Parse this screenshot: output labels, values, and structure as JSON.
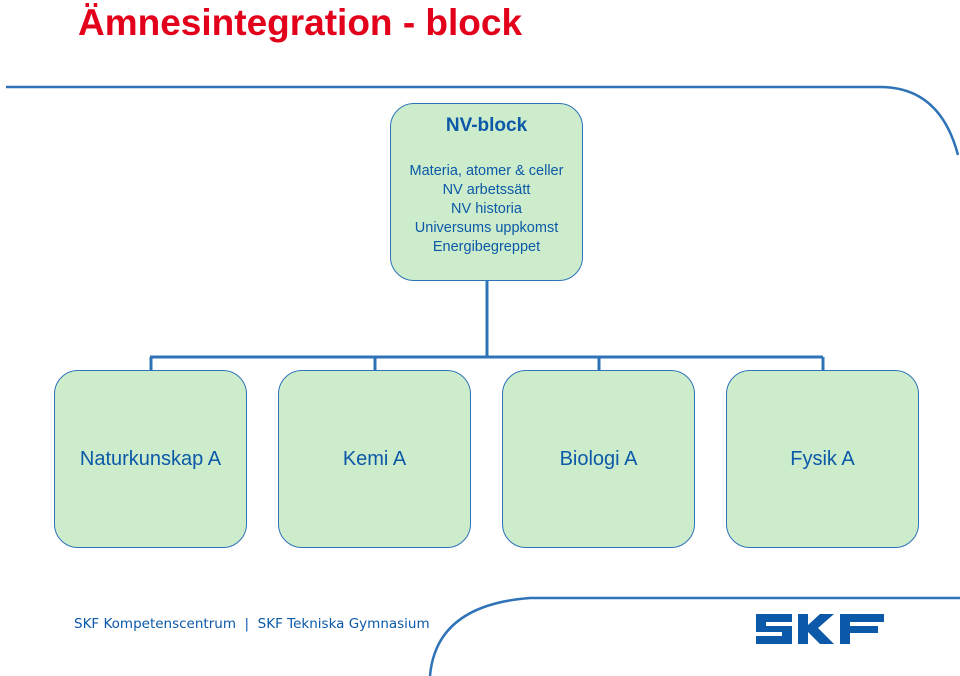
{
  "slide": {
    "title": "Ämnesintegration - block"
  },
  "diagram": {
    "root": {
      "heading": "NV-block",
      "lines": [
        "Materia, atomer & celler",
        "NV arbetssätt",
        "NV historia",
        "Universums uppkomst",
        "Energibegreppet"
      ]
    },
    "children": [
      {
        "label": "Naturkunskap A"
      },
      {
        "label": "Kemi A"
      },
      {
        "label": "Biologi A"
      },
      {
        "label": "Fysik A"
      }
    ]
  },
  "footer": {
    "text": "SKF Kompetenscentrum  |  SKF Tekniska Gymnasium",
    "logo_text": "SKF"
  },
  "colors": {
    "title": "#e3001b",
    "text": "#0b59a8",
    "box_fill": "#cdeccb",
    "box_border": "#2e73b8",
    "connector": "#2e73b8"
  }
}
